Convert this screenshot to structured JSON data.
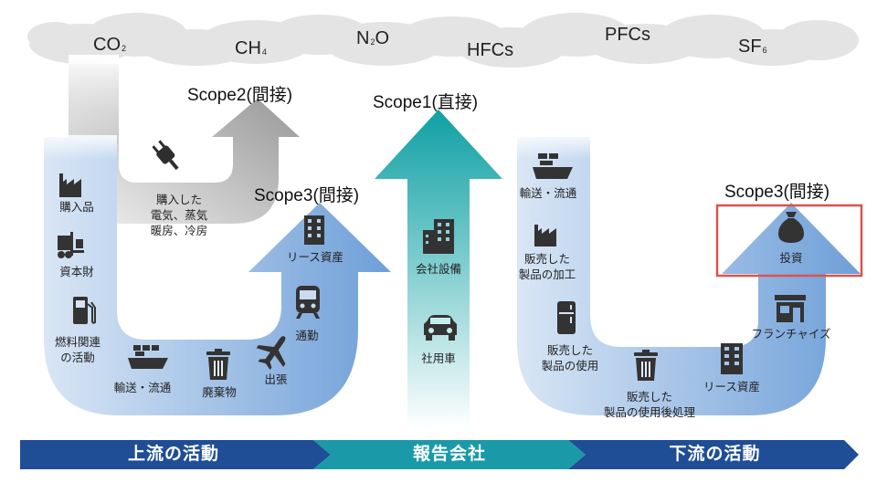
{
  "gases": {
    "co2": {
      "main": "CO",
      "sub": "2"
    },
    "ch4": {
      "main": "CH",
      "sub": "4"
    },
    "n2o": {
      "pre": "N",
      "sub": "2",
      "post": "O"
    },
    "hfcs": "HFCs",
    "pfcs": "PFCs",
    "sf6": {
      "main": "SF",
      "sub": "6"
    }
  },
  "scopes": {
    "scope2": "Scope2(間接)",
    "scope1": "Scope1(直接)",
    "scope3_up": "Scope3(間接)",
    "scope3_down": "Scope3(間接)"
  },
  "upstream": {
    "purchased_goods": "購入品",
    "capital_goods": "資本財",
    "fuel_line1": "燃料関連",
    "fuel_line2": "の活動",
    "transport": "輸送・流通",
    "waste": "廃棄物",
    "business_travel": "出張",
    "commute": "通勤",
    "leased_assets": "リース資産",
    "electricity_line1": "購入した",
    "electricity_line2": "電気、蒸気",
    "electricity_line3": "暖房、冷房"
  },
  "company": {
    "facilities": "会社設備",
    "vehicles": "社用車"
  },
  "downstream": {
    "transport": "輸送・流通",
    "processing_line1": "販売した",
    "processing_line2": "製品の加工",
    "use_line1": "販売した",
    "use_line2": "製品の使用",
    "eol_line1": "販売した",
    "eol_line2": "製品の使用後処理",
    "leased_assets": "リース資産",
    "franchise": "フランチャイズ",
    "investment": "投資"
  },
  "band": {
    "upstream": "上流の活動",
    "company": "報告会社",
    "downstream": "下流の活動"
  },
  "colors": {
    "band_blue": "#1f4e96",
    "band_teal": "#1a9aa8",
    "arrow_blue": "#7aa6de",
    "arrow_teal": "#14a3a6",
    "arrow_gray": "#9a9a9a",
    "cloud": "#e3e3e3",
    "highlight": "#d9534f",
    "icon": "#3a3a3a"
  }
}
